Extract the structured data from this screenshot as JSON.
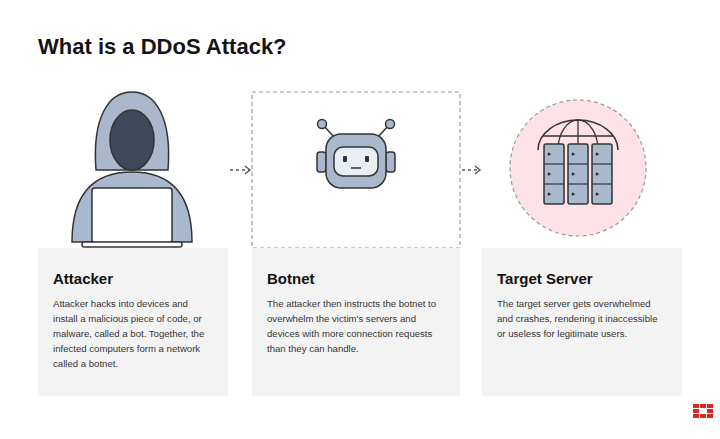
{
  "diagram": {
    "title": "What is a DDoS Attack?",
    "nodes": [
      {
        "text": [
          "Attacker",
          "Attacker hacks into devices and install a malicious piece of code, or malware, called a bot. Together, the infected computers form a network called a botnet."
        ]
      },
      {
        "text": [
          "Botnet",
          "The attacker then instructs the botnet to overwhelm the victim's servers and devices with more connection requests than they can handle."
        ]
      },
      {
        "text": [
          "Target Server",
          "The target server gets overwhelmed and crashes, rendering it inaccessible or useless for legitimate users."
        ]
      }
    ],
    "edges": [
      {
        "from": 0,
        "to": 1,
        "arrow": "to"
      },
      {
        "from": 1,
        "to": 2,
        "arrow": "to"
      }
    ]
  }
}
